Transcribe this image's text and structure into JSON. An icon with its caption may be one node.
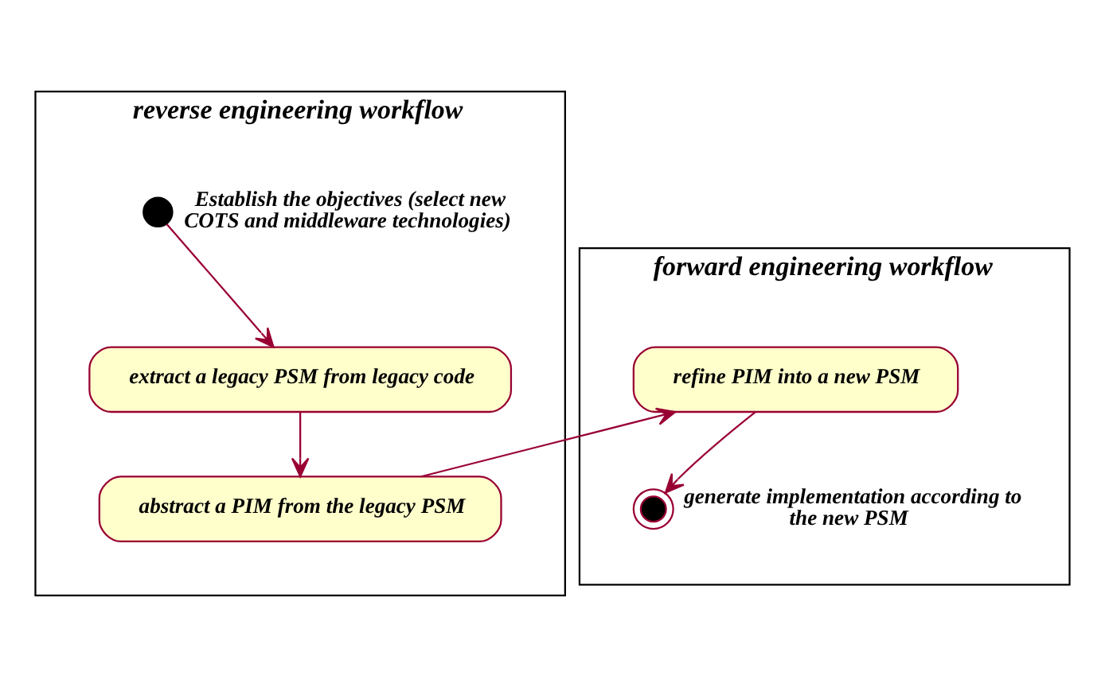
{
  "diagram": {
    "nodes": [
      {
        "text": [
          "reverse engineering workflow"
        ]
      },
      {
        "text": [
          "forward engineering workflow"
        ]
      },
      {
        "text": [],
        "shape": "circle",
        "in": 0,
        "beside": [
          "Establish the objectives (select new COTS and middleware technologies)"
        ]
      },
      {
        "text": [
          "extract a legacy PSM from legacy code"
        ],
        "in": 0
      },
      {
        "text": [
          "abstract a PIM from the legacy PSM"
        ],
        "in": 0
      },
      {
        "text": [
          "refine PIM into a new PSM"
        ],
        "in": 1
      },
      {
        "text": [],
        "shape": "bullseye",
        "in": 1,
        "beside": [
          "generate implementation according to the new PSM"
        ]
      }
    ],
    "edges": [
      {
        "from": 2,
        "to": 3,
        "arrow": "to"
      },
      {
        "from": 3,
        "to": 4,
        "arrow": "to"
      },
      {
        "from": 4,
        "to": 5,
        "arrow": "to"
      },
      {
        "from": 5,
        "to": 6,
        "arrow": "to"
      }
    ]
  }
}
